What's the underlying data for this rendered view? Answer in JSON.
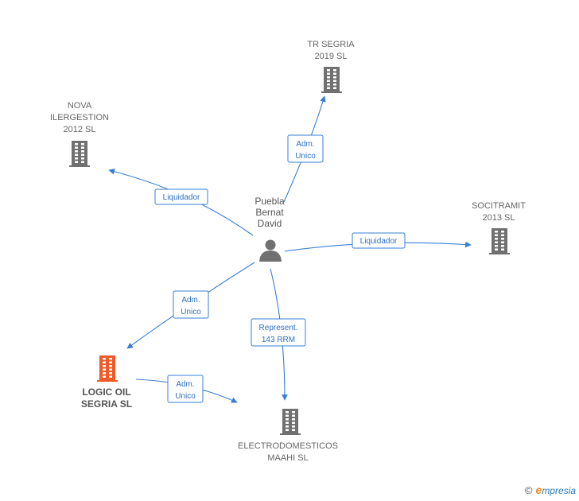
{
  "colors": {
    "edge": "#3a7fd5",
    "building": "#707070",
    "focus_building": "#f05a28",
    "person": "#707070"
  },
  "nodes": {
    "center": {
      "lines": [
        "Puebla",
        "Bernat",
        "David"
      ],
      "icon": "person-icon"
    },
    "tr_segria": {
      "lines": [
        "TR SEGRIA",
        "2019  SL"
      ],
      "icon": "building-icon"
    },
    "nova": {
      "lines": [
        "NOVA",
        "ILERGESTION",
        "2012 SL"
      ],
      "icon": "building-icon"
    },
    "socitramit": {
      "lines": [
        "SOCITRAMIT",
        "2013 SL"
      ],
      "icon": "building-icon"
    },
    "logic_oil": {
      "lines": [
        "LOGIC OIL",
        "SEGRIA  SL"
      ],
      "icon": "building-icon",
      "focus": true
    },
    "electro": {
      "lines": [
        "ELECTRODOMESTICOS",
        "MAAHI  SL"
      ],
      "icon": "building-icon"
    }
  },
  "edges": {
    "tr_segria": [
      "Adm.",
      "Unico"
    ],
    "nova": [
      "Liquidador"
    ],
    "socitramit": [
      "Liquidador"
    ],
    "logic_oil": [
      "Adm.",
      "Unico"
    ],
    "electro": [
      "Represent.",
      "143 RRM"
    ],
    "logic_to_electro": [
      "Adm.",
      "Unico"
    ]
  },
  "watermark": {
    "copyright": "©",
    "brand_first": "e",
    "brand_rest": "mpresia"
  }
}
